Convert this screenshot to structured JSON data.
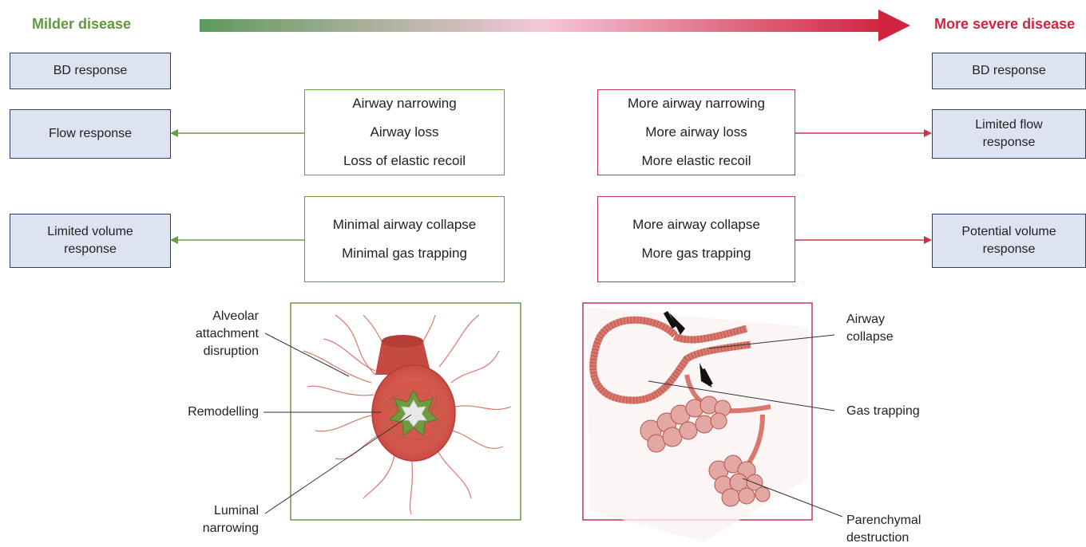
{
  "header": {
    "left_label": "Milder disease",
    "right_label": "More severe disease",
    "left_color": "#5e9a3c",
    "right_color": "#d0243f"
  },
  "left_boxes": [
    "BD response",
    "Flow response",
    "Limited volume response"
  ],
  "right_boxes": [
    "BD response",
    "Limited flow response",
    "Potential volume response"
  ],
  "mild_mechanisms": {
    "group1": [
      "Airway narrowing",
      "Airway loss",
      "Loss of elastic recoil"
    ],
    "group2": [
      "Minimal airway collapse",
      "Minimal gas trapping"
    ]
  },
  "severe_mechanisms": {
    "group1": [
      "More airway narrowing",
      "More airway loss",
      "More elastic recoil"
    ],
    "group2": [
      "More airway collapse",
      "More gas trapping"
    ]
  },
  "mild_image_labels": {
    "alveolar": "Alveolar attachment disruption",
    "remodelling": "Remodelling",
    "luminal": "Luminal narrowing"
  },
  "severe_image_labels": {
    "collapse": "Airway collapse",
    "gas": "Gas trapping",
    "parenchymal": "Parenchymal destruction"
  },
  "colors": {
    "green": "#6e9a45",
    "red": "#c8344f",
    "box_fill": "#dde3f0",
    "box_border": "#2d3f66"
  }
}
